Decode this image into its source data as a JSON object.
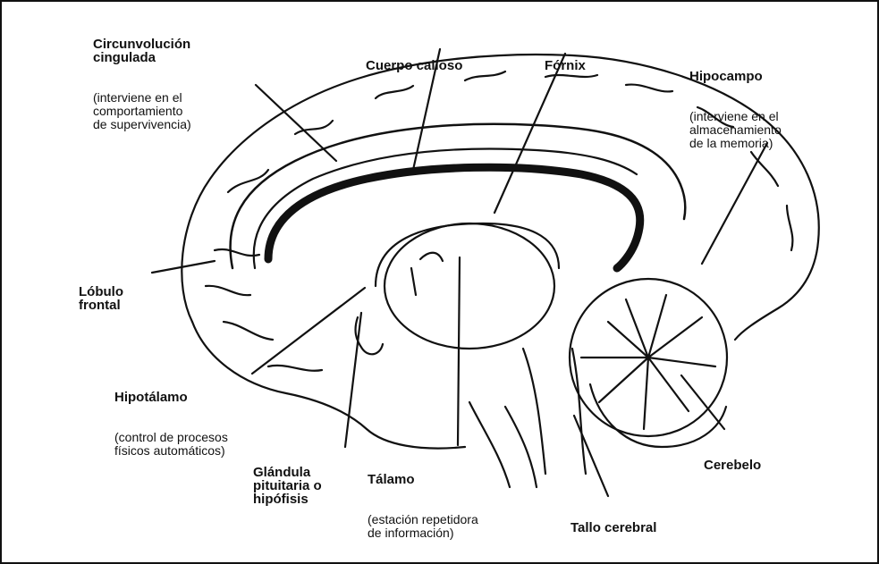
{
  "labels": {
    "cingulate": {
      "title": "Circunvolución\ncingulada",
      "desc": "(interviene en el\ncomportamiento\nde supervivencia)"
    },
    "corpus": {
      "title": "Cuerpo calloso"
    },
    "fornix": {
      "title": "Fórnix"
    },
    "hippocampus": {
      "title": "Hipocampo",
      "desc": "(interviene en el\nalmacenamiento\nde la memoria)"
    },
    "frontal": {
      "title": "Lóbulo\nfrontal"
    },
    "hypothalamus": {
      "title": "Hipotálamo",
      "desc": "(control de procesos\nfísicos automáticos)"
    },
    "pituitary": {
      "title": "Glándula\npituitaria o\nhipófisis"
    },
    "thalamus": {
      "title": "Tálamo",
      "desc": "(estación repetidora\nde información)"
    },
    "brainstem": {
      "title": "Tallo cerebral"
    },
    "cerebellum": {
      "title": "Cerebelo"
    }
  },
  "colors": {
    "ink": "#111111",
    "paper": "#ffffff",
    "shade": "#9a9a9a"
  }
}
